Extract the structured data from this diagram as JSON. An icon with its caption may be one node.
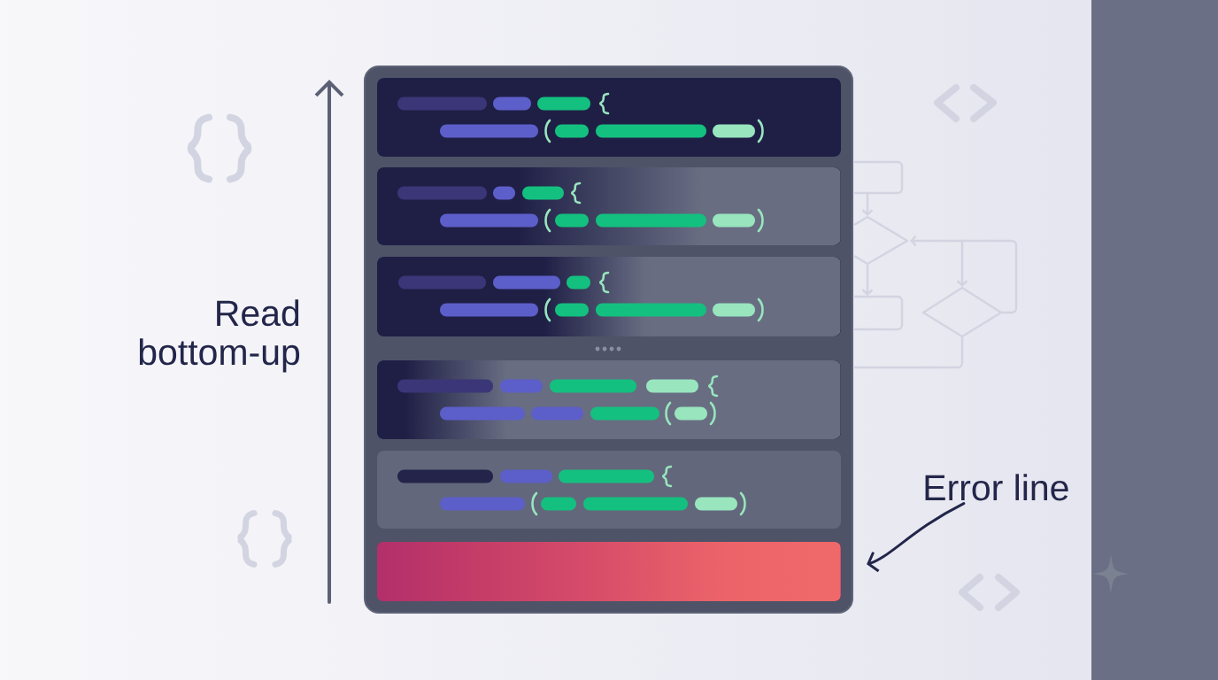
{
  "diagram": {
    "nodes": [
      {
        "text": [
          "Error line"
        ]
      },
      {
        "text": [],
        "shape": "bar"
      }
    ],
    "edges": [
      {
        "from": 0,
        "to": 1,
        "arrow": "to"
      }
    ],
    "labels": [
      "Read bottom-up"
    ]
  }
}
